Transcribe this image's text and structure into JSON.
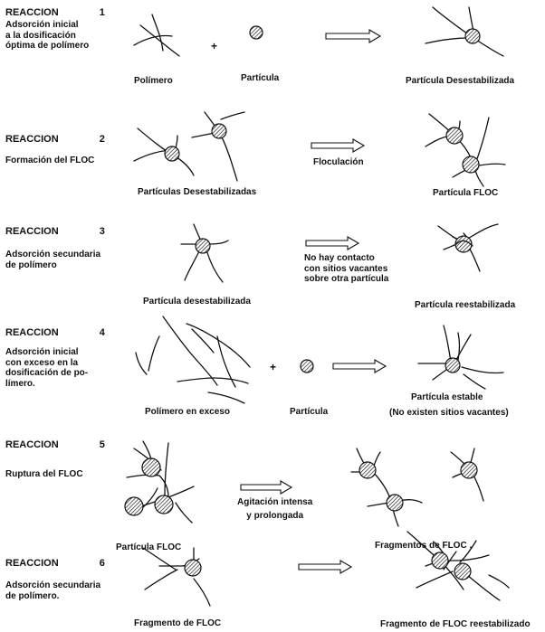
{
  "reactions": [
    {
      "label": "REACCION",
      "number": "1",
      "description": "Adsorción inicial\na la dosificación\nóptima de polímero",
      "captions": [
        "Polímero",
        "Partícula",
        "Partícula Desestabilizada"
      ],
      "operator": "+"
    },
    {
      "label": "REACCION",
      "number": "2",
      "description": "Formación del FLOC",
      "arrow_label": "Floculación",
      "captions": [
        "Partículas Desestabilizadas",
        "Partícula FLOC"
      ]
    },
    {
      "label": "REACCION",
      "number": "3",
      "description": "Adsorción secundaria\nde polímero",
      "arrow_label": "No hay contacto\ncon sitios vacantes\nsobre otra partícula",
      "captions": [
        "Partícula desestabilizada",
        "Partícula reestabilizada"
      ]
    },
    {
      "label": "REACCION",
      "number": "4",
      "description": "Adsorción inicial\ncon exceso en la\ndosificación de po-\nlímero.",
      "captions": [
        "Polímero en exceso",
        "Partícula",
        "Partícula estable",
        "(No existen sitios vacantes)"
      ],
      "operator": "+"
    },
    {
      "label": "REACCION",
      "number": "5",
      "description": "Ruptura del FLOC",
      "arrow_label": "Agitación intensa\ny prolongada",
      "captions": [
        "Partícula FLOC",
        "Fragmentos de FLOC ."
      ]
    },
    {
      "label": "REACCION",
      "number": "6",
      "description": "Adsorción secundaria\nde polímero.",
      "captions": [
        "Fragmento de FLOC",
        "Fragmento de FLOC reestabilizado"
      ]
    }
  ],
  "icons": {
    "polymer": "polymer-chain-icon",
    "particle": "hatched-particle-icon",
    "arrow": "hollow-right-arrow-icon"
  }
}
